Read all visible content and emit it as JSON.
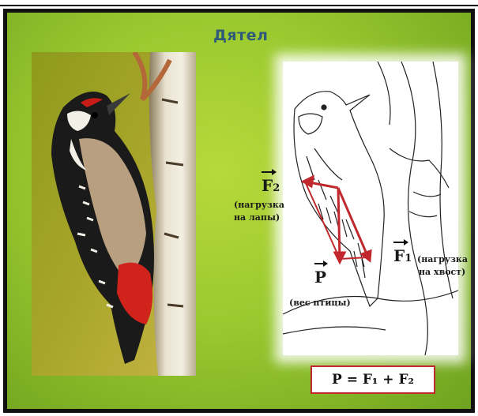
{
  "slide": {
    "title": "Дятел",
    "labels": {
      "f2": "F",
      "f2_sub": "2",
      "f2_note_1": "(нагрузка",
      "f2_note_2": "на лапы)",
      "p": "P",
      "p_note": "(вес птицы)",
      "f1": "F",
      "f1_sub": "1",
      "f1_note_1": "(нагрузка",
      "f1_note_2": "на хвост)"
    },
    "formula": "P = F₁ + F₂"
  },
  "colors": {
    "background": "#9ac92f",
    "title": "#2f5b78",
    "vector_arrows": "#c0282d",
    "formula_border": "#c0282d"
  }
}
